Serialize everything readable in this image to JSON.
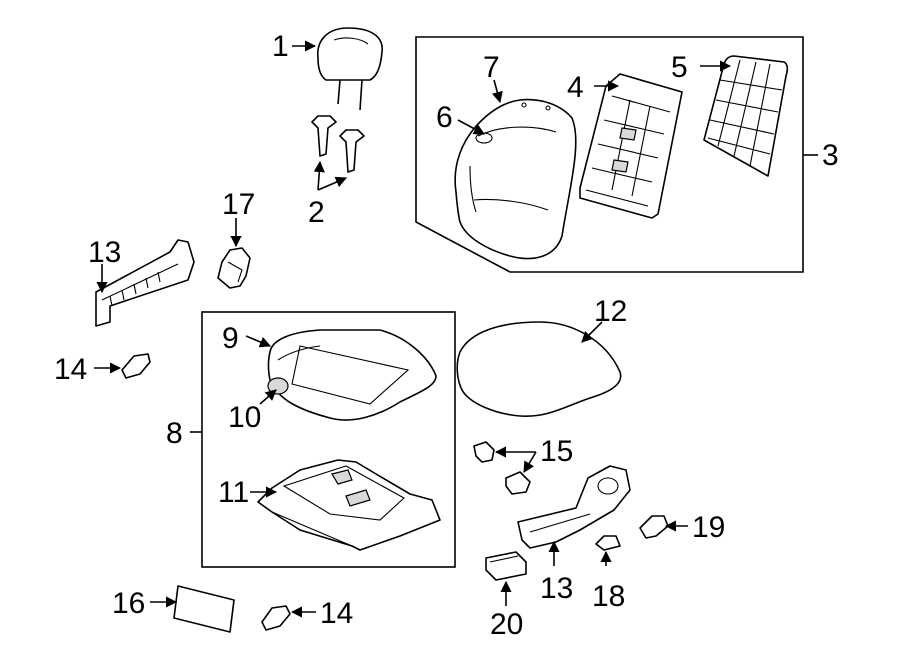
{
  "callouts": {
    "c1": "1",
    "c2": "2",
    "c3": "3",
    "c4": "4",
    "c5": "5",
    "c6": "6",
    "c7": "7",
    "c8": "8",
    "c9": "9",
    "c10": "10",
    "c11": "11",
    "c12": "12",
    "c13a": "13",
    "c13b": "13",
    "c14a": "14",
    "c14b": "14",
    "c15": "15",
    "c16": "16",
    "c17": "17",
    "c18": "18",
    "c19": "19",
    "c20": "20"
  }
}
